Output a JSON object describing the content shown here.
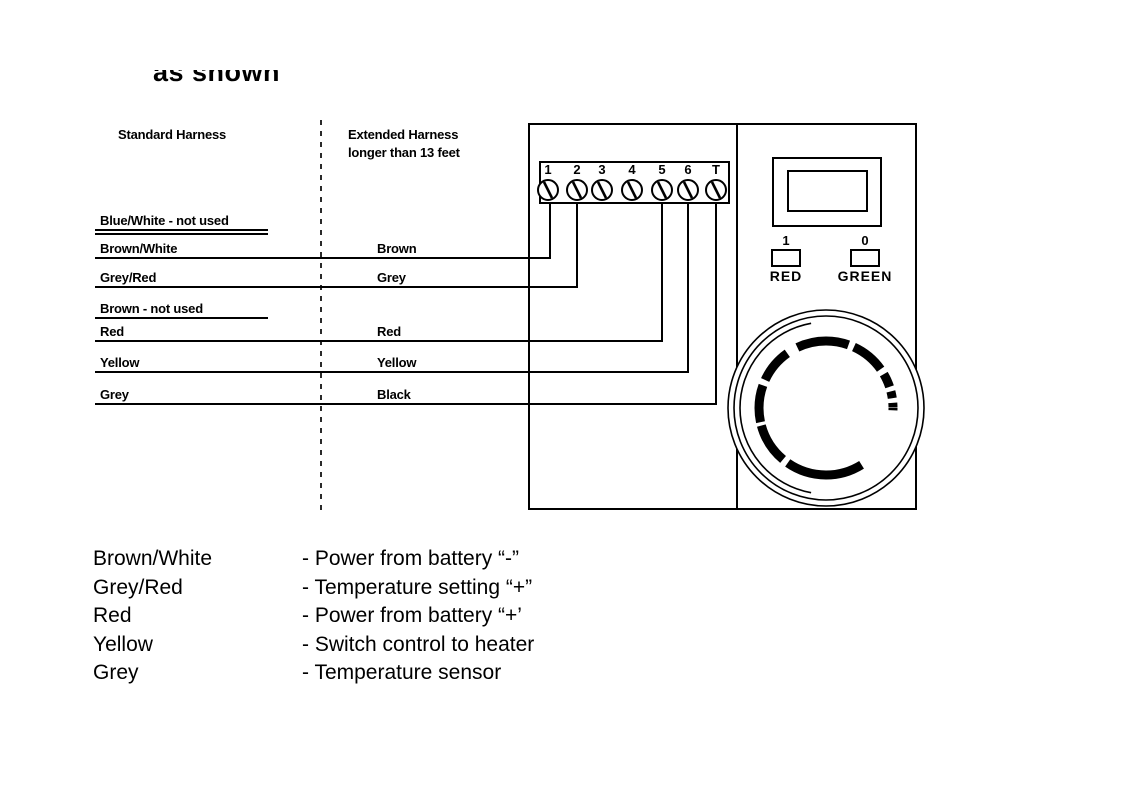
{
  "heading": {
    "clipped_text": "as shown"
  },
  "wiring_table": {
    "standard_header": "Standard Harness",
    "extended_header_line1": "Extended Harness",
    "extended_header_line2": "longer than 13 feet",
    "rows": [
      {
        "standard": "Blue/White - not used",
        "extended": ""
      },
      {
        "standard": "Brown/White",
        "extended": "Brown"
      },
      {
        "standard": "Grey/Red",
        "extended": "Grey"
      },
      {
        "standard": "Brown - not used",
        "extended": ""
      },
      {
        "standard": "Red",
        "extended": "Red"
      },
      {
        "standard": "Yellow",
        "extended": "Yellow"
      },
      {
        "standard": "Grey",
        "extended": "Black"
      }
    ]
  },
  "device": {
    "terminal_labels": [
      "1",
      "2",
      "3",
      "4",
      "5",
      "6",
      "T"
    ],
    "indicators": [
      {
        "number": "1",
        "label": "RED"
      },
      {
        "number": "0",
        "label": "GREEN"
      }
    ]
  },
  "legend": {
    "items": [
      {
        "wire": "Brown/White",
        "desc": "- Power from battery “-”"
      },
      {
        "wire": "Grey/Red",
        "desc": "- Temperature setting “+”"
      },
      {
        "wire": "Red",
        "desc": "- Power from battery “+’"
      },
      {
        "wire": "Yellow",
        "desc": "- Switch control to heater"
      },
      {
        "wire": "Grey",
        "desc": "- Temperature sensor"
      }
    ]
  },
  "colors": {
    "ink": "#000000",
    "background": "#ffffff"
  }
}
